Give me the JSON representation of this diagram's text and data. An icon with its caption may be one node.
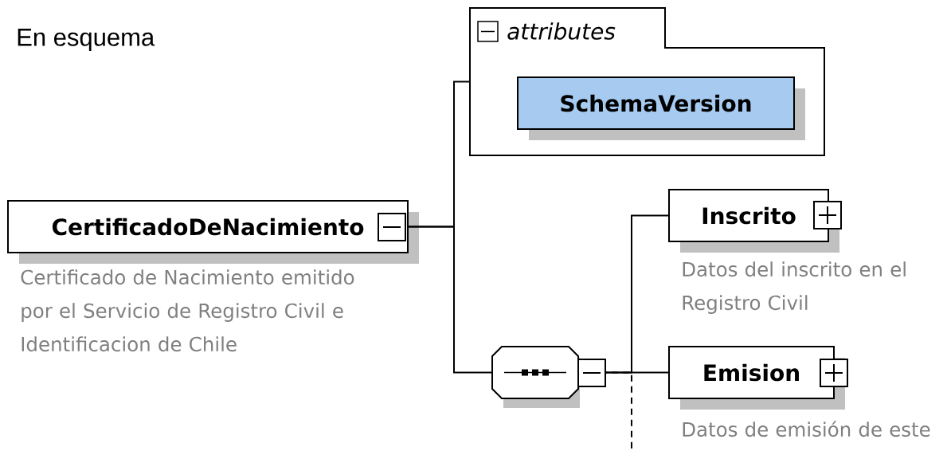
{
  "diagram": {
    "title": "En esquema",
    "nodes": [
      {
        "text": [
          "CertificadoDeNacimiento"
        ],
        "beside": [
          "Certificado de Nacimiento emitido por el Servicio de Registro Civil e Identificacion de Chile"
        ]
      },
      {
        "text": [
          "attributes"
        ]
      },
      {
        "text": [
          "SchemaVersion"
        ],
        "in": 1
      },
      {
        "text": [],
        "shape": "octagon"
      },
      {
        "text": [
          "Inscrito"
        ],
        "beside": [
          "Datos del inscrito en el Registro Civil"
        ]
      },
      {
        "text": [
          "Emision"
        ],
        "beside": [
          "Datos de emisión de este"
        ]
      }
    ],
    "edges": [
      {
        "from": 0,
        "to": 1,
        "arrow": "none"
      },
      {
        "from": 0,
        "to": 3,
        "arrow": "none"
      },
      {
        "from": 3,
        "to": 4,
        "arrow": "none"
      },
      {
        "from": 3,
        "to": 5,
        "arrow": "none"
      },
      {
        "from": 3,
        "to": null,
        "arrow": "none",
        "style": "dashed"
      }
    ]
  }
}
